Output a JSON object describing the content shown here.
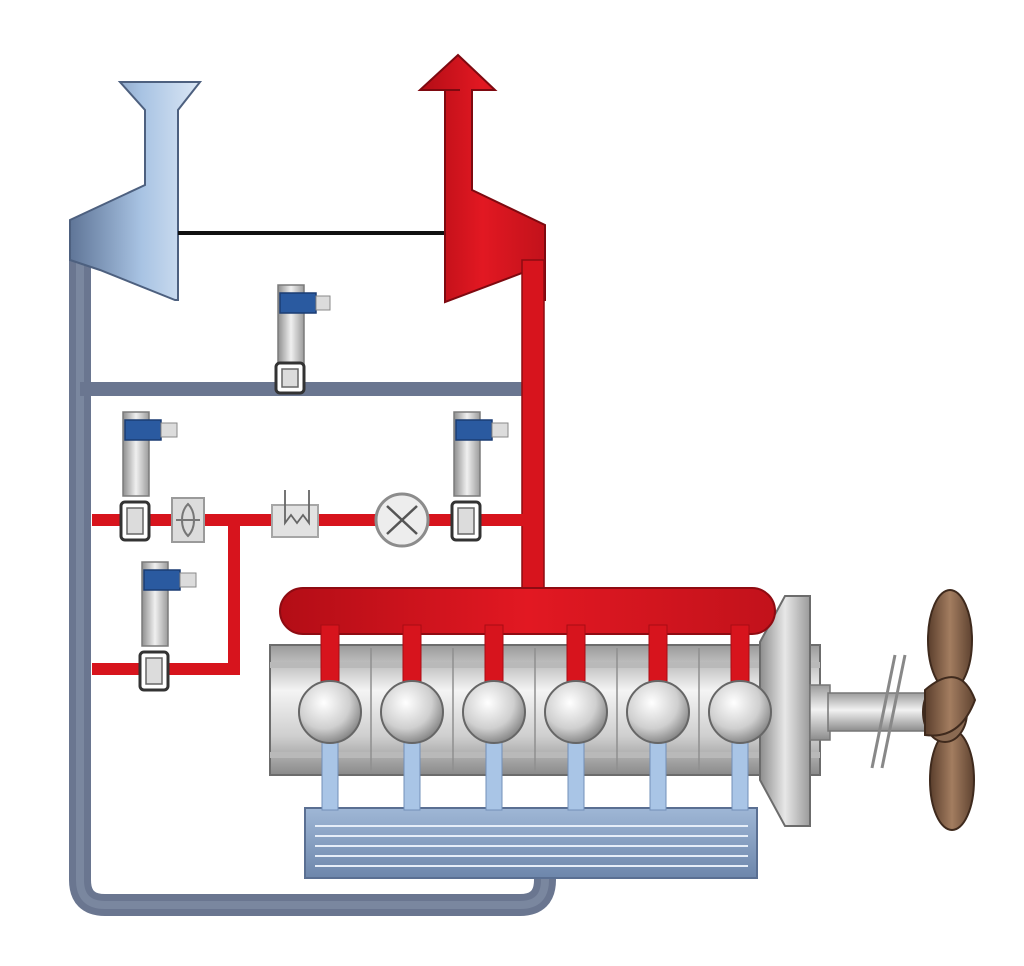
{
  "diagram": {
    "colors": {
      "exhaust": "#d7141d",
      "exhaust_dark": "#a80c14",
      "air": "#a9c5e6",
      "air_dark": "#7290b8",
      "return_pipe": "#66738c",
      "engine": "#c9c9c9",
      "propeller": "#7a5a44",
      "valve_actuator": "#2a5aa0"
    },
    "components": {
      "air_intake_funnel": "air-intake-funnel",
      "exhaust_outlet_arrow": "exhaust-outlet-arrow",
      "exhaust_manifold": "exhaust-manifold",
      "charge_air_cooler": "charge-air-cooler",
      "engine_block": "engine-block",
      "cylinder_count": 6,
      "propeller": "propeller",
      "shaft": "propeller-shaft",
      "fan_unit": "fan-unit",
      "heat_exchanger": "heat-exchanger",
      "pump": "pump",
      "control_valves": [
        "valve-top",
        "valve-left",
        "valve-right",
        "valve-bottom-left"
      ]
    }
  }
}
